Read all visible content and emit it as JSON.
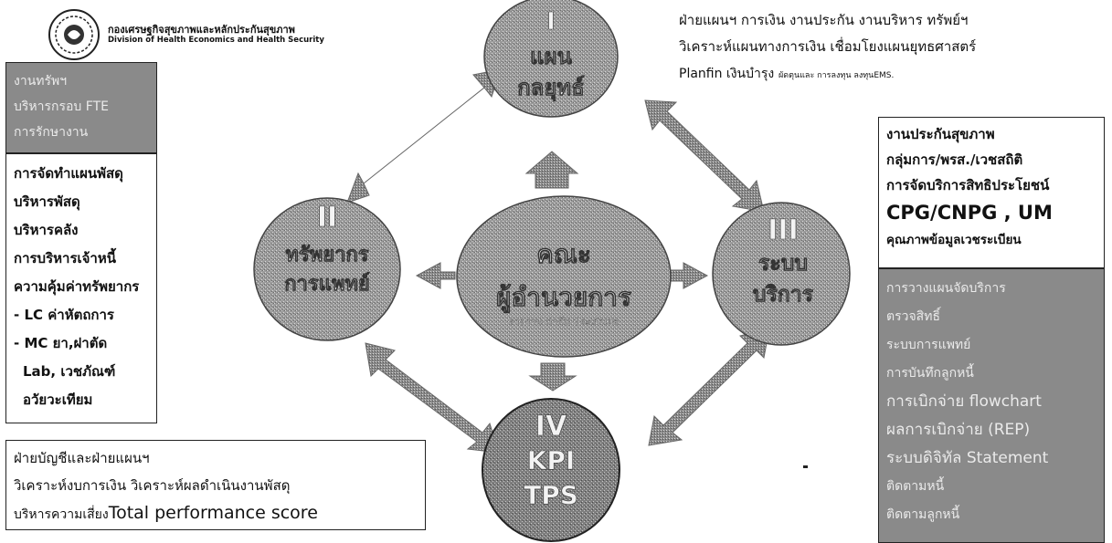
{
  "logo": {
    "title_th": "กองเศรษฐกิจสุขภาพและหลักประกันสุขภาพ",
    "title_en": "Division of Health Economics and Health Security"
  },
  "circles": {
    "top": {
      "numeral": "I",
      "line1": "แผน",
      "line2": "กลยุทธ์"
    },
    "left": {
      "numeral": "II",
      "line1": "ทรัพยากร",
      "line2": "การแพทย์"
    },
    "right": {
      "numeral": "III",
      "line1": "ระบบ",
      "line2": "บริการ"
    },
    "bottom": {
      "numeral": "IV",
      "line1": "KPI",
      "line2": "TPS"
    },
    "center": {
      "line1": "คณะ",
      "line2": "ผู้อำนวยการ",
      "sub": "รายงาน กำกับ ประเมินผล"
    }
  },
  "top_right_note": {
    "lines": [
      "ฝ่ายแผนฯ การเงิน งานประกัน งานบริหาร ทรัพย์ฯ",
      "วิเคราะห์แผนทางการเงิน เชื่อมโยงแผนยุทธศาสตร์"
    ],
    "line3_main": "Planfin เงินบำรุง",
    "line3_small": "ผัดตุนและ การลงทุน ลงทุนEMS."
  },
  "left_top_box": {
    "lines": [
      "งานทรัพฯ",
      "บริหารกรอบ FTE",
      "การรักษางาน"
    ]
  },
  "left_list_box": {
    "lines": [
      "การจัดทำแผนพัสดุ",
      "บริหารพัสดุ",
      "บริหารคลัง",
      "การบริหารเจ้าหนี้",
      "ความคุ้มค่าทรัพยากร",
      "- LC ค่าหัตถการ",
      "- MC ยา,ฝาตัด",
      "  Lab, เวชภัณฑ์",
      "  อวัยวะเทียม"
    ]
  },
  "bottom_left_box": {
    "lines": [
      "ฝ่ายบัญชีและฝ่ายแผนฯ",
      "วิเคราะห์งบการเงิน วิเคราะห์ผลดำเนินงานพัสดุ"
    ],
    "line3_prefix": "บริหารความเสี่ยง",
    "line3_main": "Total performance score"
  },
  "right_top_box": {
    "lines": [
      "งานประกันสุขภาพ",
      "กลุ่มการ/พรส./เวชสถิติ",
      "การจัดบริการสิทธิประโยชน์",
      "CPG/CNPG , UM",
      "คุณภาพข้อมูลเวชระเบียน"
    ]
  },
  "right_bottom_box": {
    "lines": [
      "การวางแผนจัดบริการ",
      "ตรวจสิทธิ์",
      "ระบบการแพทย์",
      "การบันทึกลูกหนี้",
      "การเบิกจ่าย flowchart",
      "ผลการเบิกจ่าย (REP)",
      "ระบบดิจิทัล Statement",
      "ติดตามหนี้",
      "ติดตามลูกหนี้"
    ]
  },
  "colors": {
    "circle_fill": "#9a9a9a",
    "circle_text": "#f2f2f2",
    "arrow": "#8c8c8c",
    "dark_box": "#8a8a8a",
    "border": "#222222"
  }
}
